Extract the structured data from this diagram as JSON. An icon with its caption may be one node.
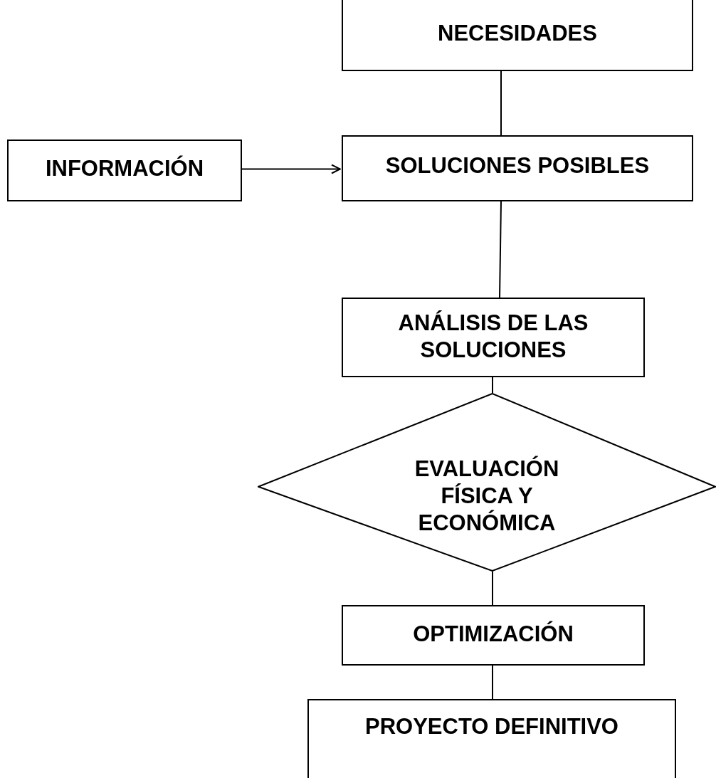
{
  "diagram": {
    "nodes": [
      {
        "text": [
          "NECESIDADES"
        ]
      },
      {
        "text": [
          "INFORMACIÓN"
        ]
      },
      {
        "text": [
          "SOLUCIONES POSIBLES"
        ]
      },
      {
        "text": [
          "ANÁLISIS DE LAS SOLUCIONES"
        ]
      },
      {
        "text": [
          "EVALUACIÓN FÍSICA Y ECONÓMICA"
        ]
      },
      {
        "text": [
          "OPTIMIZACIÓN"
        ]
      },
      {
        "text": [
          "PROYECTO DEFINITIVO"
        ]
      }
    ],
    "edges": [
      {
        "from": 0,
        "to": 2,
        "arrow": "none"
      },
      {
        "from": 1,
        "to": 2,
        "arrow": "to"
      },
      {
        "from": 2,
        "to": 3,
        "arrow": "none"
      },
      {
        "from": 3,
        "to": 4,
        "arrow": "none"
      },
      {
        "from": 4,
        "to": 5,
        "arrow": "none"
      },
      {
        "from": 5,
        "to": 6,
        "arrow": "none"
      }
    ]
  }
}
